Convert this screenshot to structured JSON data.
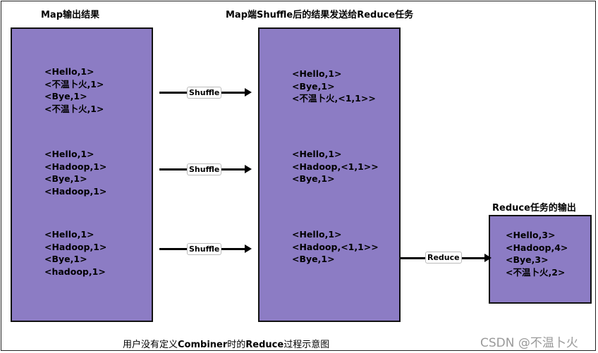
{
  "titles": {
    "map_output": "Map输出结果",
    "shuffle_to_reduce": "Map端Shuffle后的结果发送给Reduce任务",
    "reduce_output": "Reduce任务的输出"
  },
  "map_groups": [
    [
      "<Hello,1>",
      "<不温卜火,1>",
      "<Bye,1>",
      "<不温卜火,1>"
    ],
    [
      "<Hello,1>",
      "<Hadoop,1>",
      "<Bye,1>",
      "<Hadoop,1>"
    ],
    [
      "<Hello,1>",
      "<Hadoop,1>",
      "<Bye,1>",
      "<hadoop,1>"
    ]
  ],
  "shuffle_groups": [
    [
      "<Hello,1>",
      "<Bye,1>",
      "<不温卜火,<1,1>>"
    ],
    [
      "<Hello,1>",
      "<Hadoop,<1,1>>",
      "<Bye,1>"
    ],
    [
      "<Hello,1>",
      "<Hadoop,<1,1>>",
      "<Bye,1>"
    ]
  ],
  "reduce_output": [
    "<Hello,3>",
    "<Hadoop,4>",
    "<Bye,3>",
    "<不温卜火,2>"
  ],
  "arrow_labels": {
    "shuffle_1": "Shuffle",
    "shuffle_2": "Shuffle",
    "shuffle_3": "Shuffle",
    "reduce": "Reduce"
  },
  "caption": {
    "part1": "用户没有定义",
    "combiner": "Combiner",
    "part2": "时的",
    "reduce": "Reduce",
    "part3": "过程示意图"
  },
  "watermark": "CSDN @不温卜火"
}
